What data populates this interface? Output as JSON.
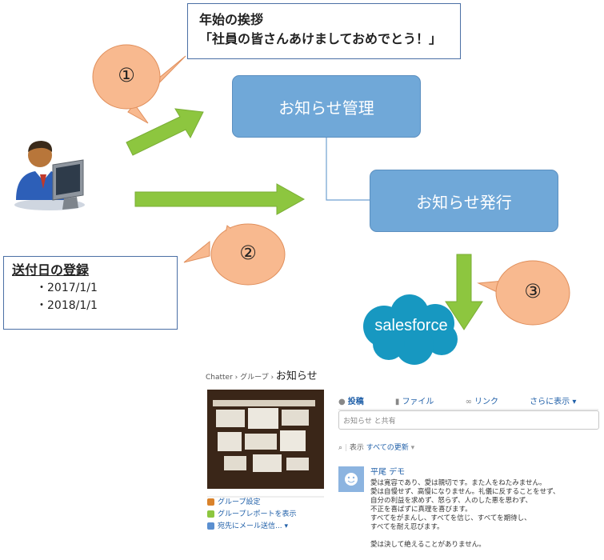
{
  "callout_top": {
    "title": "年始の挨拶",
    "message": "「社員の皆さんあけましておめでとう！」"
  },
  "callout_left": {
    "title": "送付日の登録",
    "dates": [
      "・2017/1/1",
      "・2018/1/1"
    ]
  },
  "process": {
    "manage": "お知らせ管理",
    "publish": "お知らせ発行"
  },
  "steps": [
    "①",
    "②",
    "③"
  ],
  "salesforce_logo": "salesforce",
  "chatter": {
    "breadcrumb": "Chatter › グループ ›",
    "group_name": "お知らせ",
    "group_links": [
      "グループ設定",
      "グループレポートを表示",
      "宛先にメール送信... ▾"
    ],
    "tabs": [
      "投稿",
      "ファイル",
      "リンク",
      "さらに表示 ▾"
    ],
    "post_placeholder": "お知らせ と共有",
    "filter_label": "表示",
    "filter_value": "すべての更新",
    "author": "平尾 デモ",
    "post_lines": [
      "愛は寛容であり、愛は親切です。また人をねたみません。",
      "愛は自慢せず、高慢になりません。礼儀に反することをせず、",
      "自分の利益を求めず、怒らず、人のした悪を思わず、",
      "不正を喜ばずに真理を喜びます。",
      "すべてをがまんし、すべてを信じ、すべてを期待し、",
      "すべてを耐え忍びます。",
      "",
      "愛は決して絶えることがありません。"
    ]
  },
  "colors": {
    "box_fill": "#70a8d8",
    "arrow_fill": "#8dc63f",
    "bubble_fill": "#f8b98f",
    "salesforce_blue": "#1798c1"
  },
  "icons": [
    "user-at-computer-icon",
    "salesforce-cloud-icon"
  ]
}
